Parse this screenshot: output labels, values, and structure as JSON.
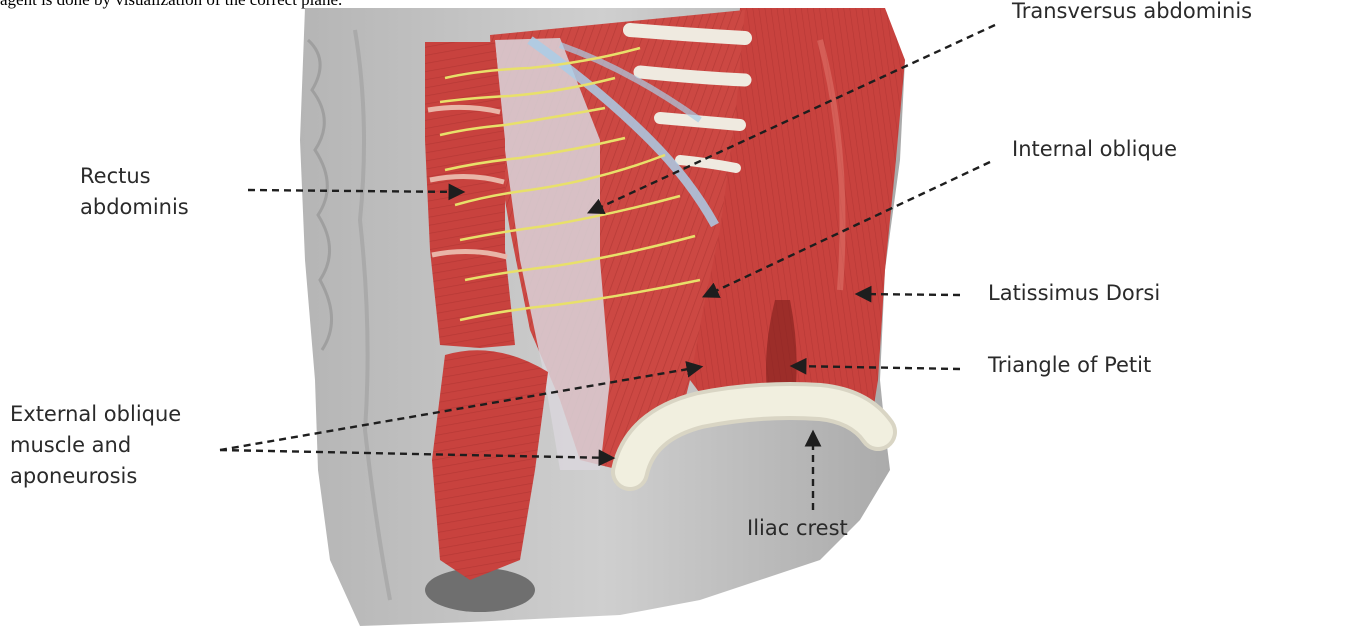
{
  "caption": "agent is done by visualization of the correct plane.",
  "labels": {
    "transversus": "Transversus abdominis",
    "internal_oblique": "Internal oblique",
    "rectus_line1": "Rectus",
    "rectus_line2": "abdominis",
    "latissimus": "Latissimus Dorsi",
    "petit": "Triangle of Petit",
    "external_line1": "External oblique",
    "external_line2": "muscle and",
    "external_line3": "aponeurosis",
    "iliac": "Iliac crest"
  },
  "colors": {
    "skin": "#c6c6c6",
    "skin_dark": "#9d9d9d",
    "muscle": "#c8423e",
    "muscle_dark": "#9c2a28",
    "muscle_light": "#df6c62",
    "nerve": "#e8e06a",
    "rib": "#efeae0",
    "bone": "#f1efdf",
    "fascia": "#d9d6dc",
    "vessel": "#aacde6",
    "text": "#2a2a2a"
  }
}
